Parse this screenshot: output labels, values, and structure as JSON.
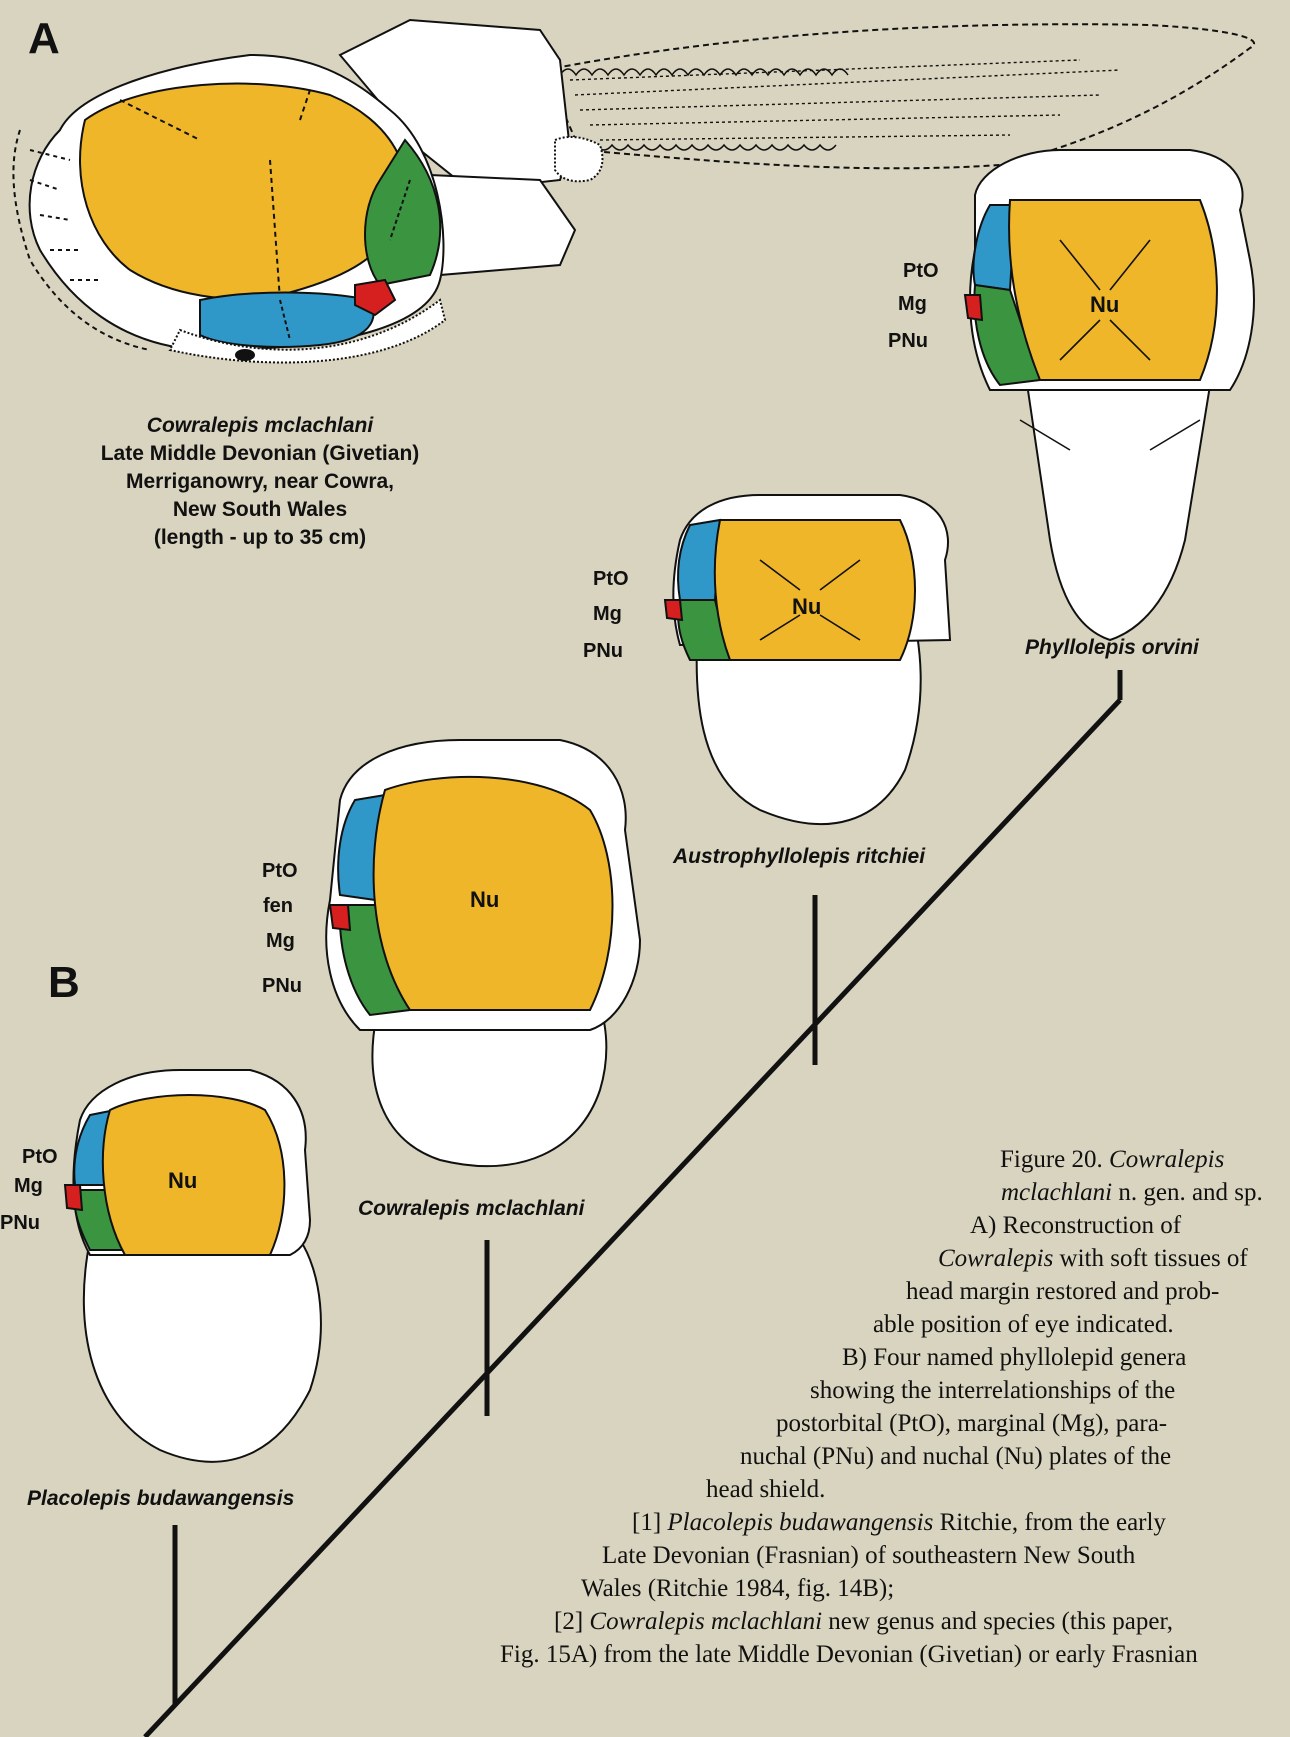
{
  "panels": {
    "a": "A",
    "b": "B"
  },
  "panel_a_caption": {
    "species": "Cowralepis mclachlani",
    "line2": "Late Middle Devonian (Givetian)",
    "line3": "Merriganowry, near Cowra,",
    "line4": "New South Wales",
    "line5": "(length - up to 35 cm)"
  },
  "species": {
    "phyllolepis": "Phyllolepis orvini",
    "austrophyllolepis": "Austrophyllolepis ritchiei",
    "cowralepis": "Cowralepis mclachlani",
    "placolepis": "Placolepis budawangensis"
  },
  "plate_labels": {
    "pto": "PtO",
    "mg": "Mg",
    "pnu": "PNu",
    "nu": "Nu",
    "fen": "fen"
  },
  "colors": {
    "nuchal": "#f0b62a",
    "postorbital": "#2f98c9",
    "marginal": "#d62020",
    "paranuchal": "#3a9440",
    "background": "#d9d4bf"
  },
  "figure_text": {
    "l1": "Figure 20.",
    "l1i": "Cowralepis",
    "l2a": "mclachlani",
    "l2b": "n. gen. and sp.",
    "l3": "A) Reconstruction of",
    "l4a": "Cowralepis",
    "l4b": "with soft tissues of",
    "l5": "head margin restored and prob-",
    "l6": "able position of eye indicated.",
    "l7": "B) Four named phyllolepid genera",
    "l8": "showing the interrelationships of the",
    "l9": "postorbital (PtO), marginal (Mg), para-",
    "l10": "nuchal (PNu) and nuchal (Nu) plates of the",
    "l11": "head shield.",
    "l12a": "[1]",
    "l12b": "Placolepis budawangensis",
    "l12c": "Ritchie, from the early",
    "l13": "Late Devonian (Frasnian) of southeastern New South",
    "l14": "Wales (Ritchie 1984, fig. 14B);",
    "l15a": "[2]",
    "l15b": "Cowralepis mclachlani",
    "l15c": "new genus and species (this paper,",
    "l16": "Fig. 15A) from the late Middle Devonian (Givetian) or early Frasnian"
  }
}
